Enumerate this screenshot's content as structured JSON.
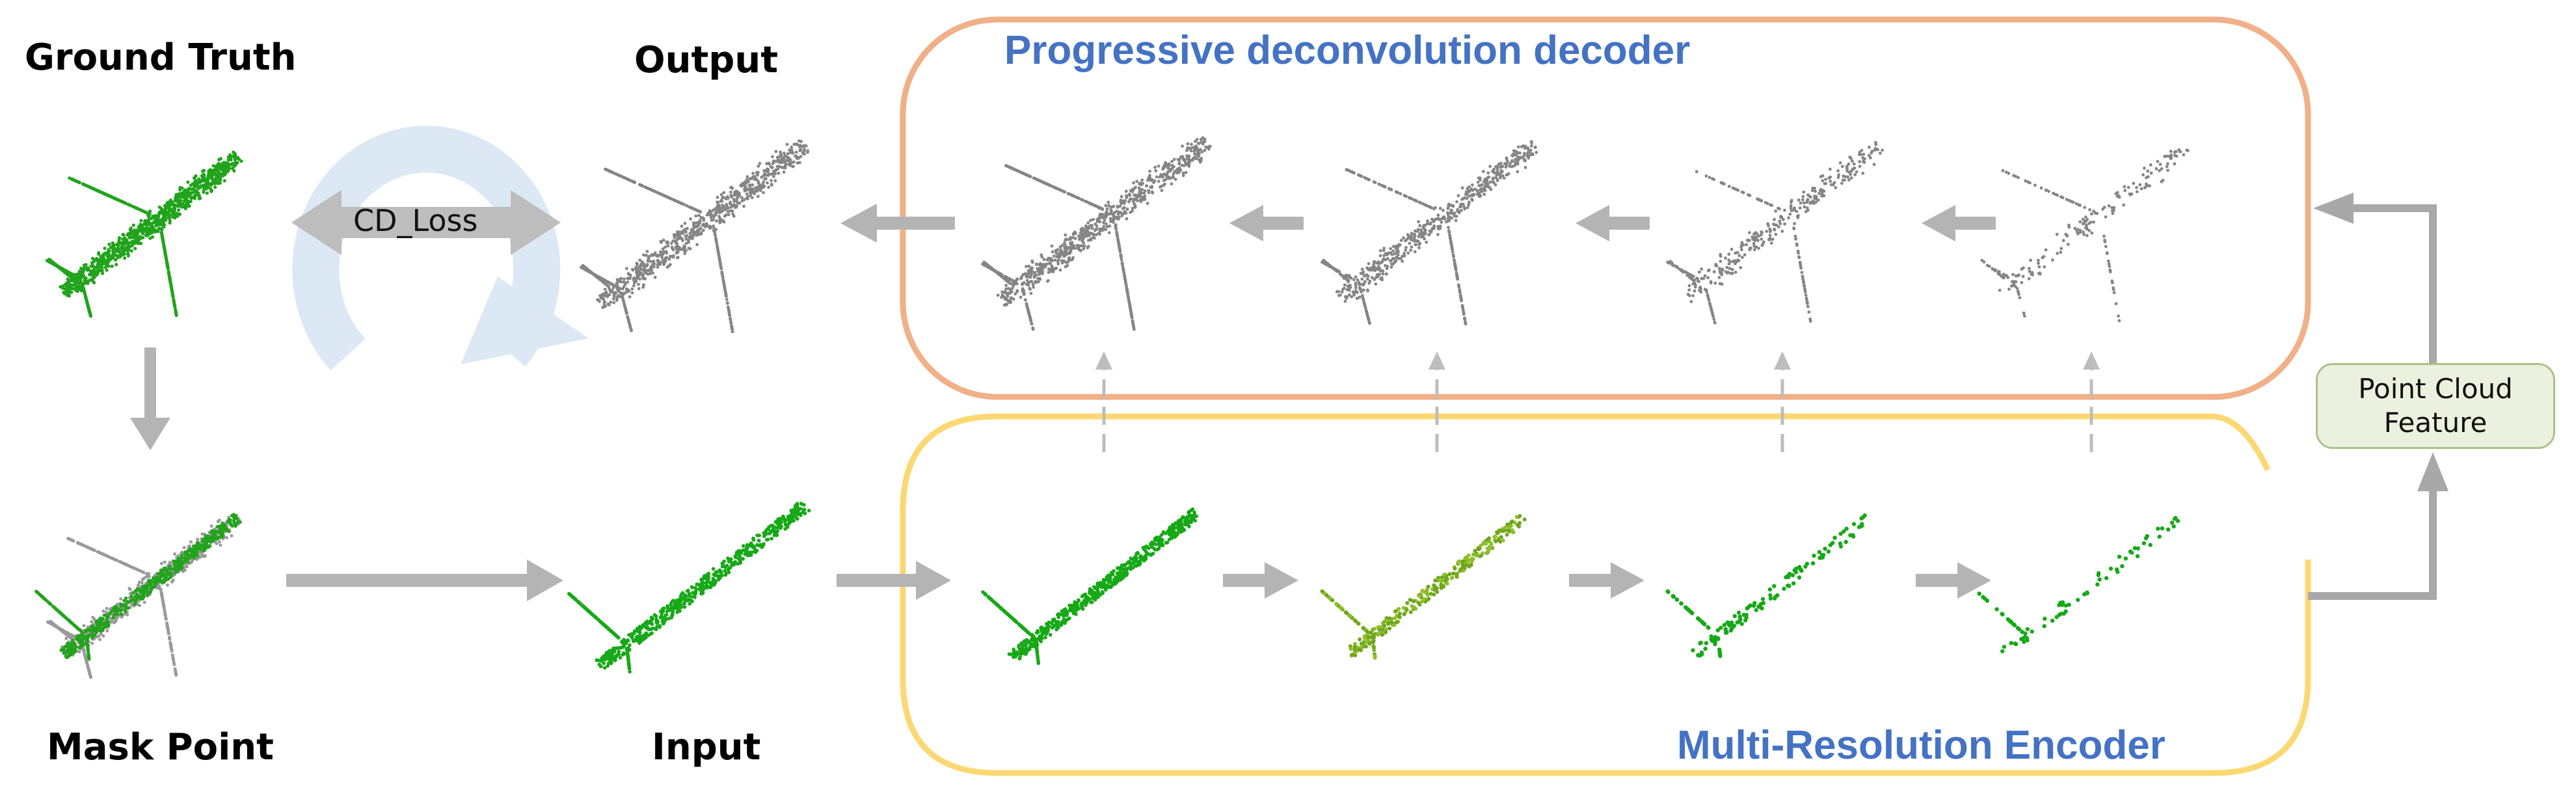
{
  "labels": {
    "ground_truth": "Ground Truth",
    "output": "Output",
    "mask_point": "Mask Point",
    "input": "Input",
    "cd_loss": "CD_Loss",
    "decoder_title": "Progressive deconvolution decoder",
    "encoder_title": "Multi-Resolution Encoder",
    "feature_box": "Point Cloud\nFeature"
  },
  "colors": {
    "gt_green": "#22a31c",
    "input_green": "#17a817",
    "olive_green": "#6ea51e",
    "output_gray": "#858585",
    "arrow_gray": "#b4b4b4",
    "decoder_border": "#f0b088",
    "encoder_border": "#fbd872",
    "cycle_blue": "#dde8f5",
    "title_blue": "#4472c4",
    "feature_fill": "#ebf1de",
    "feature_border": "#a9c28a"
  },
  "icons": [
    "airplane-point-cloud",
    "cycle-arrow-icon",
    "double-arrow-icon"
  ]
}
